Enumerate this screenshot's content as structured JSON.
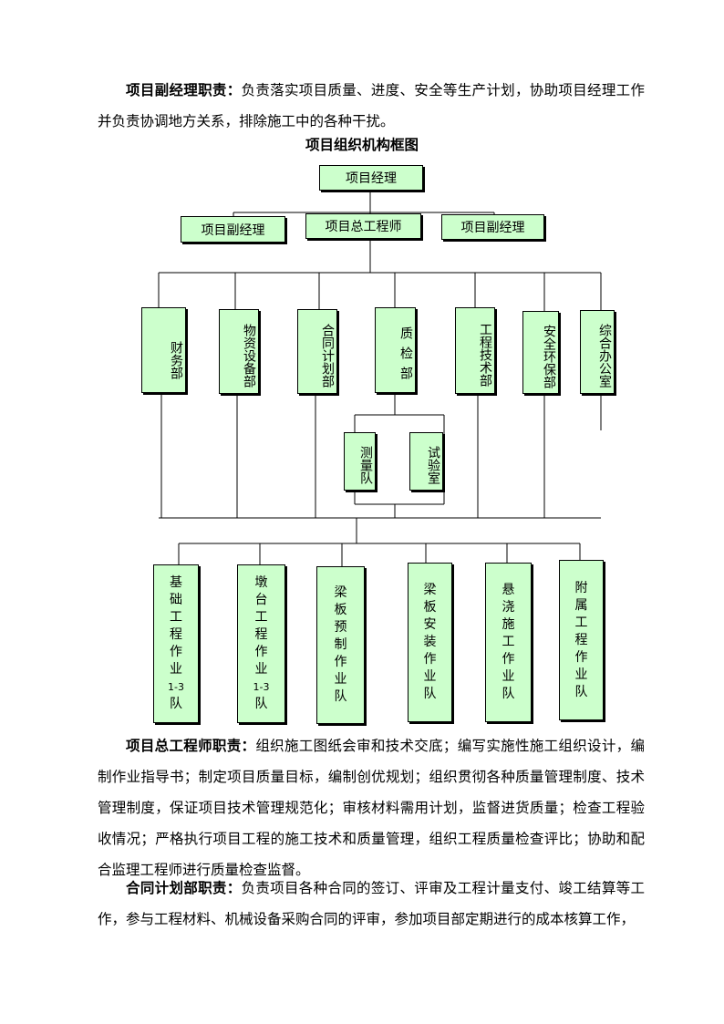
{
  "paragraphs": {
    "deputy_manager": {
      "title": "项目副经理职责：",
      "text": "负责落实项目质量、进度、安全等生产计划，协助项目经理工作并负责协调地方关系，排除施工中的各种干扰。"
    },
    "chief_engineer": {
      "title": "项目总工程师职责：",
      "text": "组织施工图纸会审和技术交底；编写实施性施工组织设计，编制作业指导书；制定项目质量目标，编制创优规划；组织贯彻各种质量管理制度、技术管理制度，保证项目技术管理规范化；审核材料需用计划，监督进货质量；检查工程验收情况；严格执行项目工程的施工技术和质量管理，组织工程质量检查评比；协助和配合监理工程师进行质量检查监督。"
    },
    "contract_dept": {
      "title": "合同计划部职责：",
      "text": "负责项目各种合同的签订、评审及工程计量支付、竣工结算等工作，参与工程材料、机械设备采购合同的评审，参加项目部定期进行的成本核算工作，"
    }
  },
  "org_chart": {
    "title": "项目组织机构框图",
    "manager": "项目经理",
    "deputy_left": "项目副经理",
    "chief_engineer": "项目总工程师",
    "deputy_right": "项目副经理",
    "departments": [
      "财务部",
      "物资设备部",
      "合同计划部",
      "质检部",
      "工程技术部",
      "安全环保部",
      "综合办公室"
    ],
    "sub_units": [
      "测量队",
      "试验室"
    ],
    "teams": [
      [
        "基",
        "础",
        "工",
        "程",
        "作",
        "业",
        "1-3",
        "队"
      ],
      [
        "墩",
        "台",
        "工",
        "程",
        "作",
        "业",
        "1-3",
        "队"
      ],
      [
        "梁",
        "板",
        "预",
        "制",
        "作",
        "业",
        "队"
      ],
      [
        "梁",
        "板",
        "安",
        "装",
        "作",
        "业",
        "队"
      ],
      [
        "悬",
        "浇",
        "施",
        "工",
        "作",
        "业",
        "队"
      ],
      [
        "附",
        "属",
        "工",
        "程",
        "作",
        "业",
        "队"
      ]
    ]
  }
}
